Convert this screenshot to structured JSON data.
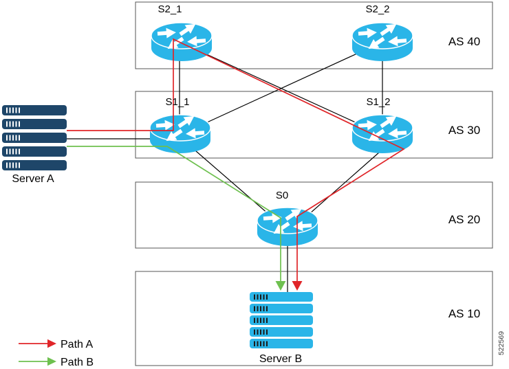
{
  "zones": [
    {
      "label": "AS 40"
    },
    {
      "label": "AS 30"
    },
    {
      "label": "AS 20"
    },
    {
      "label": "AS 10"
    }
  ],
  "routers": {
    "s2_1": {
      "label": "S2_1"
    },
    "s2_2": {
      "label": "S2_2"
    },
    "s1_1": {
      "label": "S1_1"
    },
    "s1_2": {
      "label": "S1_2"
    },
    "s0": {
      "label": "S0"
    }
  },
  "servers": {
    "server_a": {
      "label": "Server A"
    },
    "server_b": {
      "label": "Server B"
    }
  },
  "legend": {
    "path_a": {
      "label": "Path A"
    },
    "path_b": {
      "label": "Path B"
    }
  },
  "figure_number": "522569",
  "colors": {
    "router_cyan": "#2ab5e8",
    "server_navy": "#1e4669",
    "path_a_red": "#e02529",
    "path_b_green": "#6ec04f",
    "link_black": "#000000",
    "zone_border": "#545454"
  }
}
